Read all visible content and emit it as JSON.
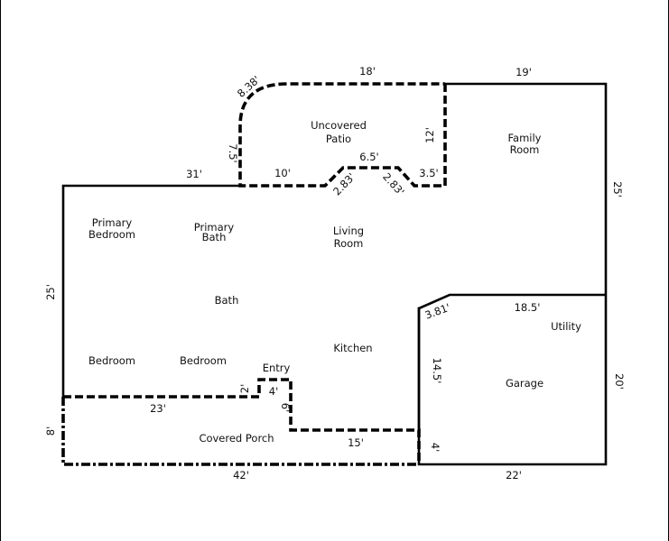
{
  "rooms": {
    "uncovered_patio_l1": "Uncovered",
    "uncovered_patio_l2": "Patio",
    "family_room_l1": "Family",
    "family_room_l2": "Room",
    "primary_bedroom_l1": "Primary",
    "primary_bedroom_l2": "Bedroom",
    "primary_bath_l1": "Primary",
    "primary_bath_l2": "Bath",
    "living_room_l1": "Living",
    "living_room_l2": "Room",
    "bath": "Bath",
    "utility": "Utility",
    "kitchen": "Kitchen",
    "bedroom_1": "Bedroom",
    "bedroom_2": "Bedroom",
    "entry": "Entry",
    "garage": "Garage",
    "covered_porch": "Covered Porch"
  },
  "dimensions": {
    "patio_curve": "8.38'",
    "patio_top": "18'",
    "family_top": "19'",
    "patio_left": "7.5'",
    "patio_right": "12'",
    "patio_notch_top": "6.5'",
    "house_top_left": "31'",
    "patio_bottom_left": "10'",
    "patio_bottom_right": "3.5'",
    "notch_left_diag": "2.83'",
    "notch_right_diag": "2.83'",
    "family_right": "25'",
    "house_left": "25'",
    "garage_diag": "3.81'",
    "garage_top": "18.5'",
    "garage_right": "20'",
    "garage_left": "14.5'",
    "entry_step": "2'",
    "entry_width": "4'",
    "entry_depth": "6'",
    "porch_top": "23'",
    "porch_right_top": "15'",
    "porch_right_side": "4'",
    "porch_left": "8'",
    "overall_bottom": "42'",
    "garage_bottom": "22'"
  }
}
